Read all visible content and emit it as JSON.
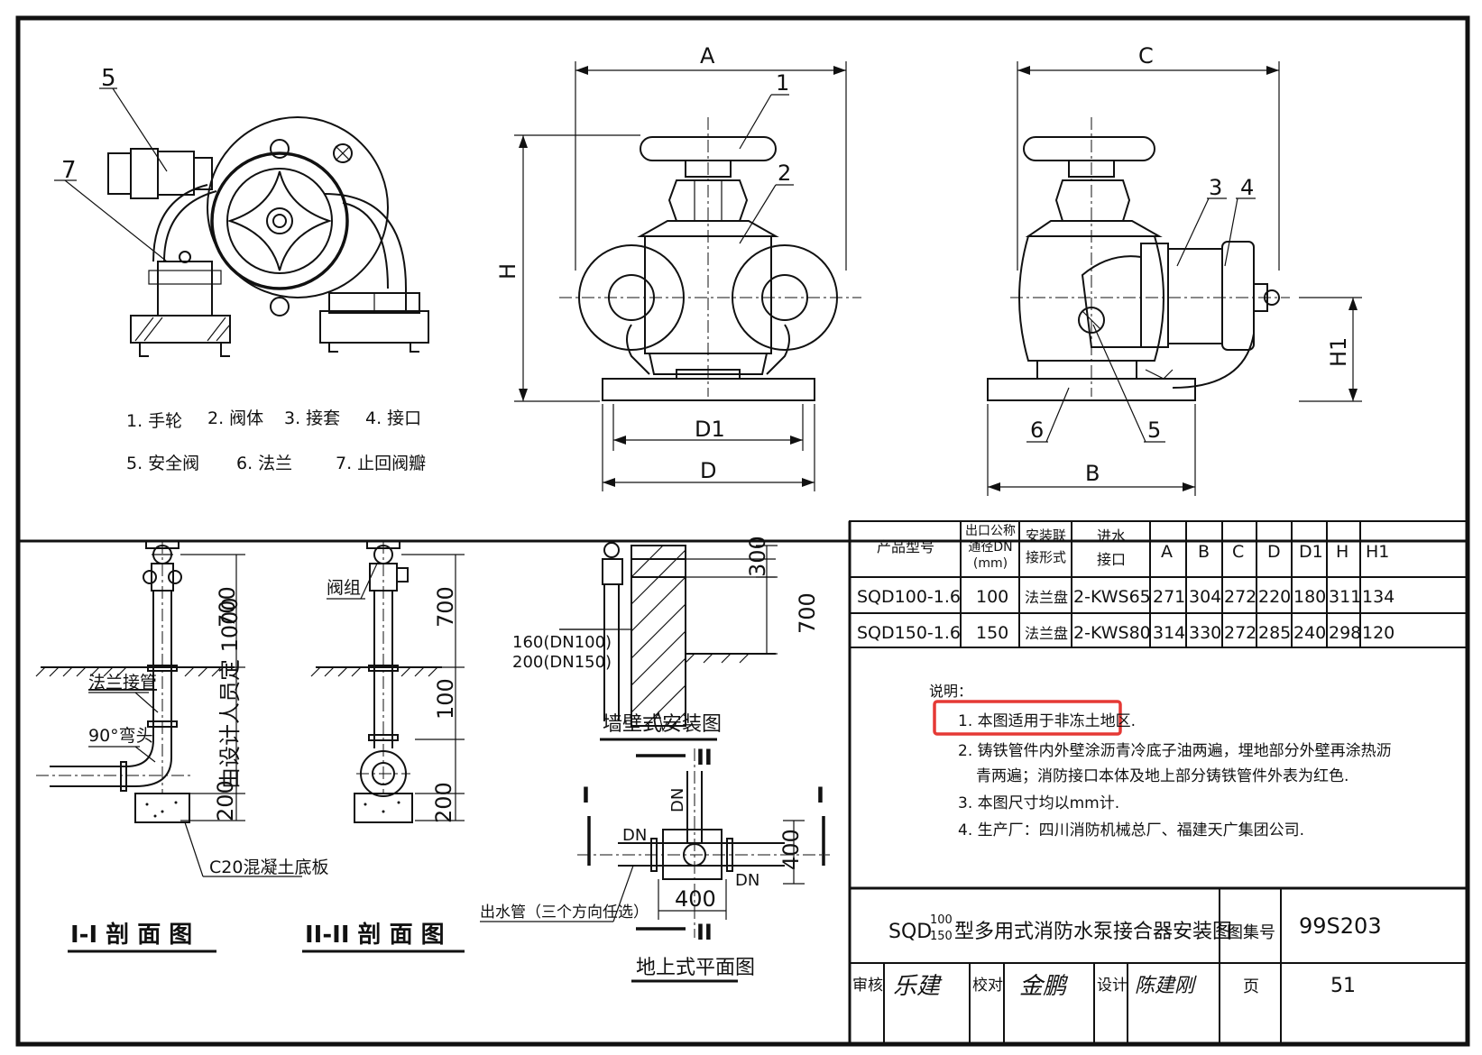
{
  "parts_legend": [
    "1. 手轮",
    "2. 阀体",
    "3. 接套",
    "4. 接口",
    "5. 安全阀",
    "6. 法兰",
    "7. 止回阀瓣"
  ],
  "callouts": {
    "left_view": [
      "5",
      "7"
    ],
    "front_view": [
      "1",
      "2"
    ],
    "side_view": [
      "3",
      "4",
      "6",
      "5"
    ]
  },
  "dimensions": {
    "A": "A",
    "C": "C",
    "H": "H",
    "H1": "H1",
    "D1": "D1",
    "D": "D",
    "B": "B"
  },
  "section1": {
    "title": "I-I 剖 面 图",
    "dim_700": "700",
    "dim_1000": "由设计人员定 1000",
    "dim_200": "200",
    "label_flange_pipe": "法兰接管",
    "label_elbow": "90°弯头",
    "label_concrete": "C20混凝土底板"
  },
  "section2": {
    "title": "II-II 剖 面 图",
    "dim_700": "700",
    "dim_1000": "100",
    "dim_200": "200",
    "label_valve": "阀组"
  },
  "wall": {
    "title": "墙壁式安装图",
    "dim_300": "300",
    "dim_700": "700",
    "dn100": "160(DN100)",
    "dn150": "200(DN150)"
  },
  "plan": {
    "title": "地上式平面图",
    "marker_I": "I",
    "marker_II": "II",
    "dn": "DN",
    "dim_400_v": "400",
    "dim_400_h": "400",
    "outlet_label": "出水管（三个方向任选）"
  },
  "table": {
    "headers": [
      "产品型号",
      "出口公称通径DN(mm)",
      "安装联接形式",
      "进水接口",
      "A",
      "B",
      "C",
      "D",
      "D1",
      "H",
      "H1"
    ],
    "rows": [
      [
        "SQD100-1.6",
        "100",
        "法兰盘",
        "2-KWS65",
        "271",
        "304",
        "272",
        "220",
        "180",
        "311",
        "134"
      ],
      [
        "SQD150-1.6",
        "150",
        "法兰盘",
        "2-KWS80",
        "314",
        "330",
        "272",
        "285",
        "240",
        "298",
        "120"
      ]
    ]
  },
  "notes": {
    "heading": "说明：",
    "items": [
      "1. 本图适用于非冻土地区.",
      "2. 铸铁管件内外壁涂沥青冷底子油两遍，埋地部分外壁再涂热沥",
      "青两遍；消防接口本体及地上部分铸铁管件外表为红色.",
      "3. 本图尺寸均以mm计.",
      "4. 生产厂：四川消防机械总厂、福建天广集团公司."
    ],
    "highlight_color": "#e53935"
  },
  "titleblock": {
    "title_prefix": "SQD",
    "title_frac_top": "100",
    "title_frac_bottom": "150",
    "title_suffix": "型多用式消防水泵接合器安装图",
    "atlas_label": "图集号",
    "atlas_no": "99S203",
    "review": "审核",
    "review_sig": "乐建",
    "check": "校对",
    "check_sig": "金鹏",
    "design": "设计",
    "design_sig": "陈建刚",
    "page_label": "页",
    "page_no": "51"
  }
}
